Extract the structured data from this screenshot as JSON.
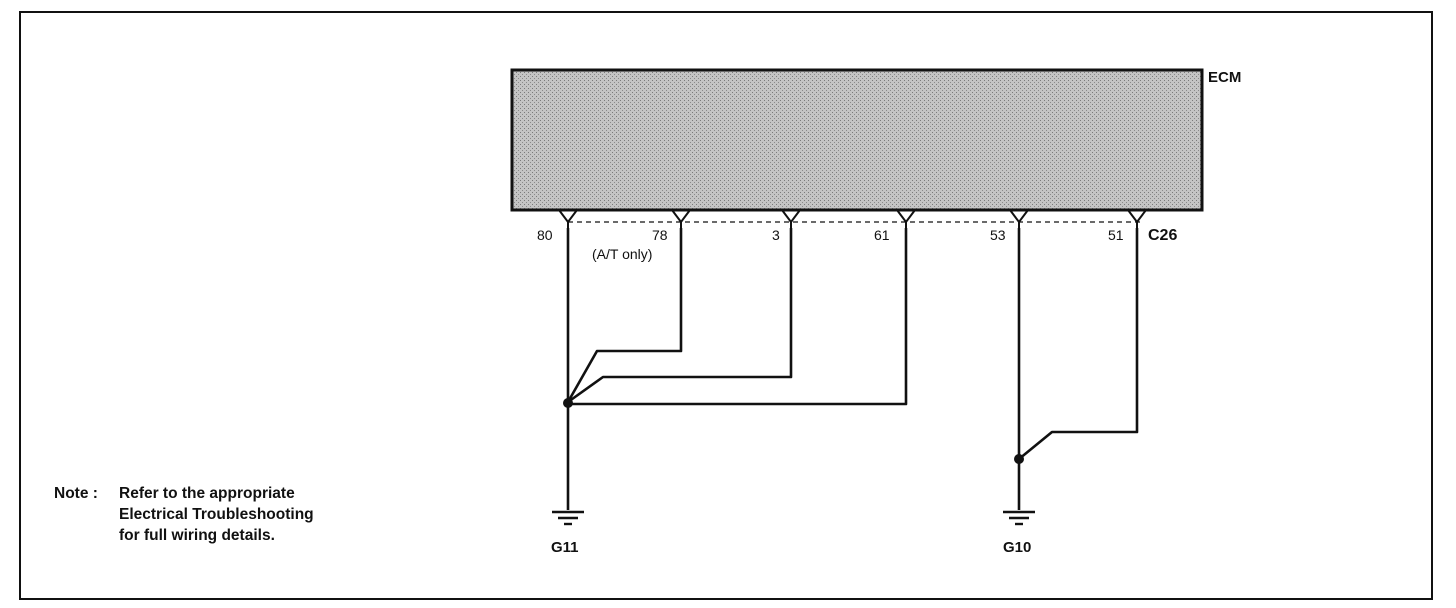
{
  "diagram": {
    "module": "ECM",
    "connector": "C26",
    "pins": [
      {
        "num": "80",
        "note": ""
      },
      {
        "num": "78",
        "note": "(A/T only)"
      },
      {
        "num": "3",
        "note": ""
      },
      {
        "num": "61",
        "note": ""
      },
      {
        "num": "53",
        "note": ""
      },
      {
        "num": "51",
        "note": ""
      }
    ],
    "grounds": [
      {
        "name": "G11",
        "pins": [
          "80",
          "78",
          "3",
          "61"
        ]
      },
      {
        "name": "G10",
        "pins": [
          "53",
          "51"
        ]
      }
    ]
  },
  "note": {
    "prefix": "Note :",
    "line1": "Refer to the appropriate",
    "line2": "Electrical Troubleshooting",
    "line3": "for full wiring details."
  }
}
